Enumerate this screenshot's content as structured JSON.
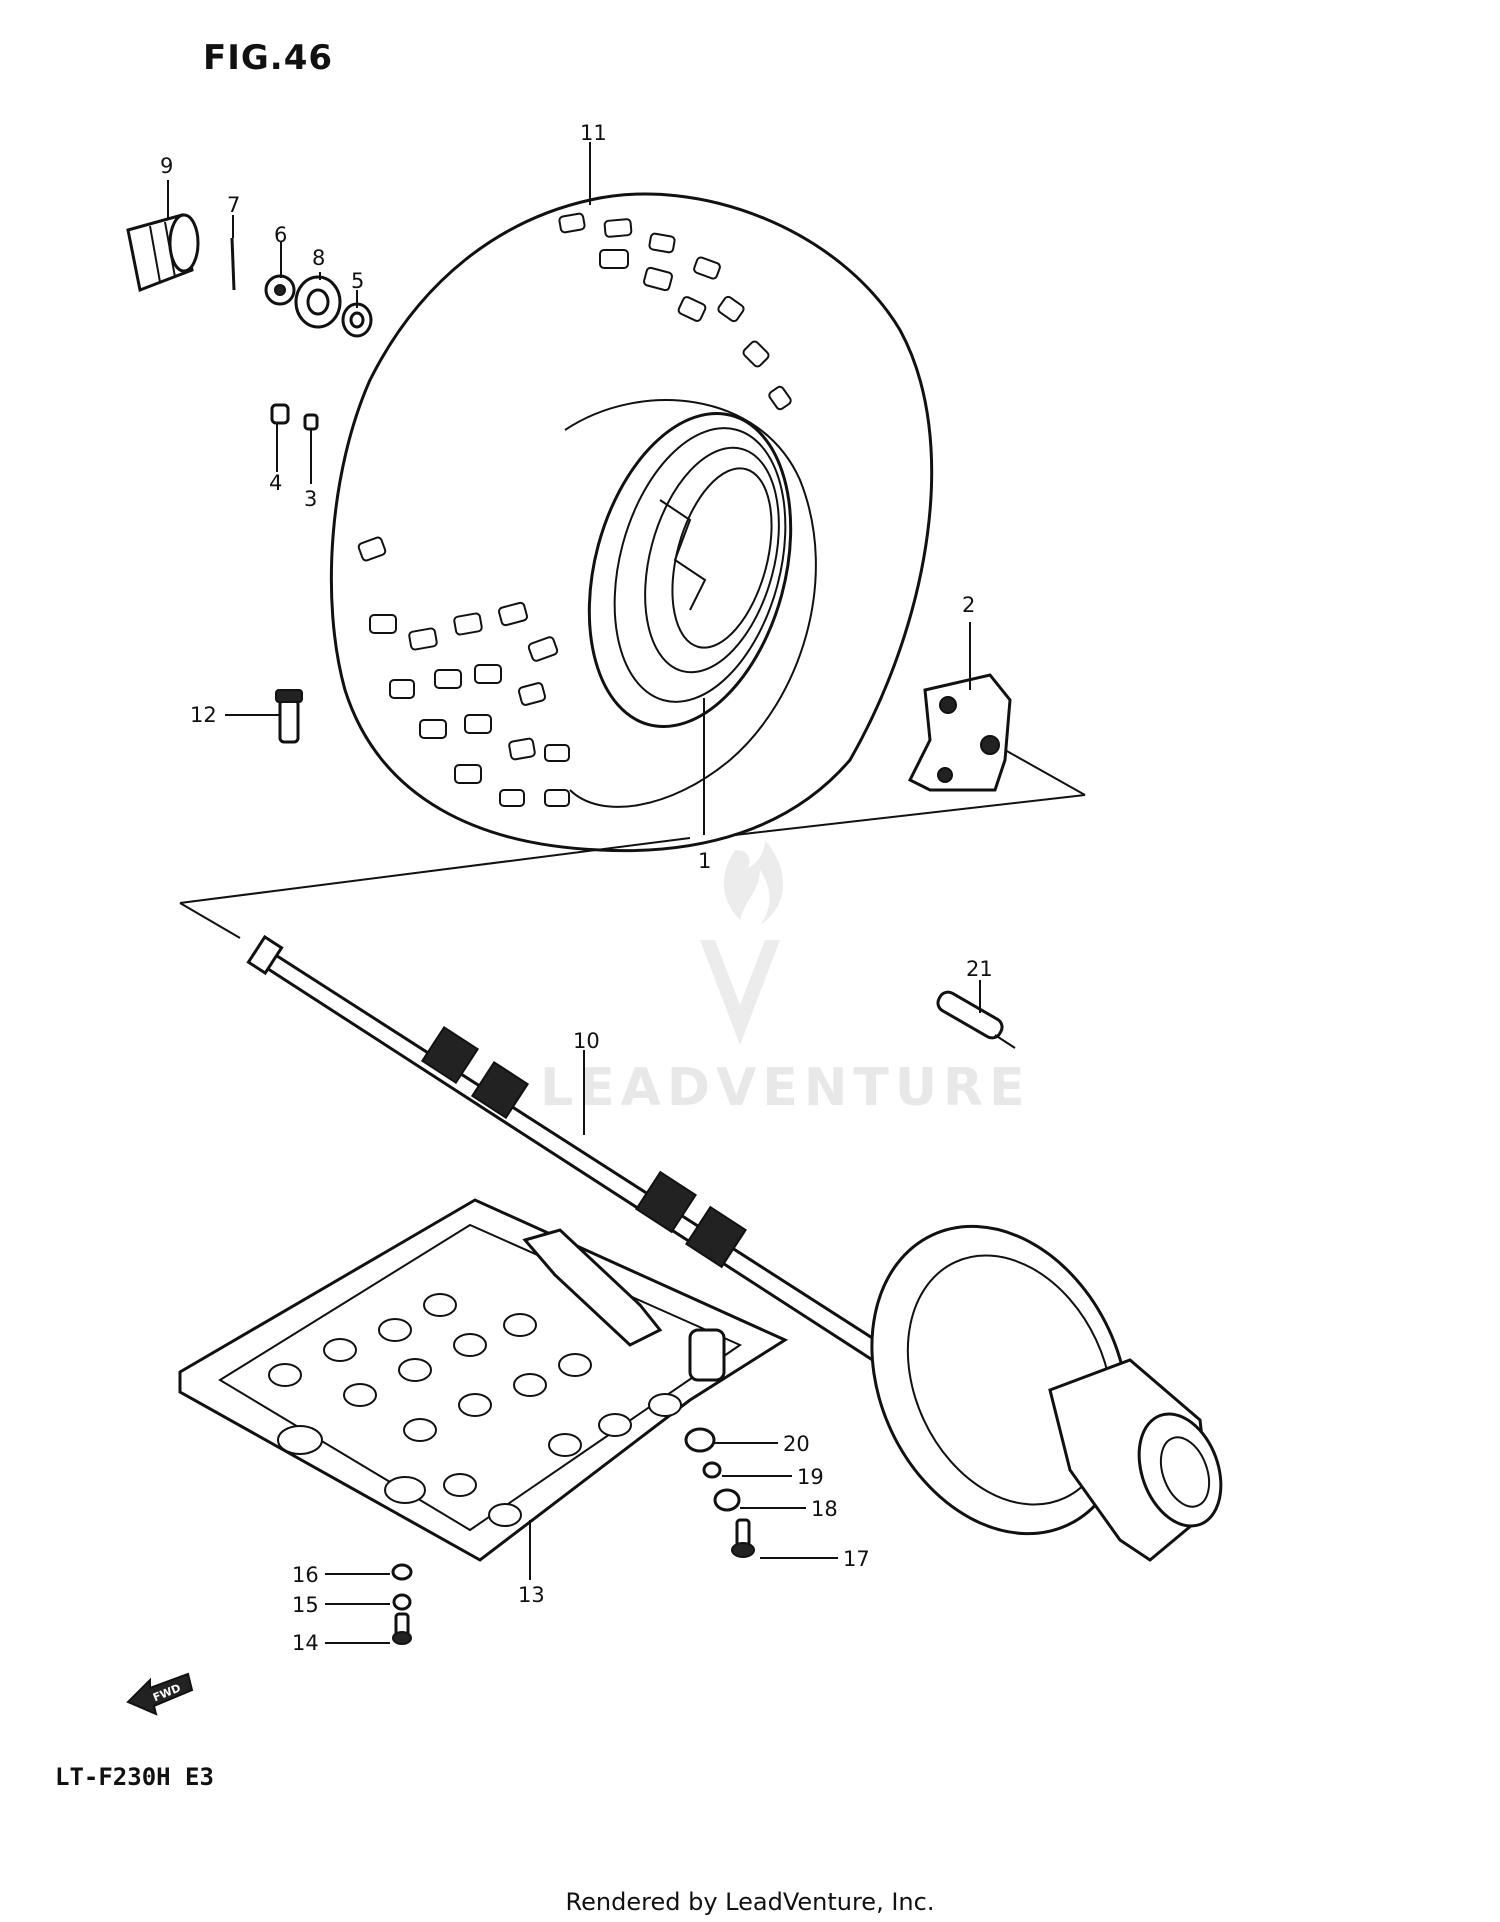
{
  "figure": {
    "title": "FIG.46",
    "model_code": "LT-F230H E3",
    "footer": "Rendered by LeadVenture, Inc.",
    "watermark": "LEADVENTURE"
  },
  "callouts": [
    "1",
    "2",
    "3",
    "4",
    "5",
    "6",
    "7",
    "8",
    "9",
    "10",
    "11",
    "12",
    "13",
    "14",
    "15",
    "16",
    "17",
    "18",
    "19",
    "20",
    "21"
  ],
  "direction_arrow": {
    "label": "FWD"
  }
}
